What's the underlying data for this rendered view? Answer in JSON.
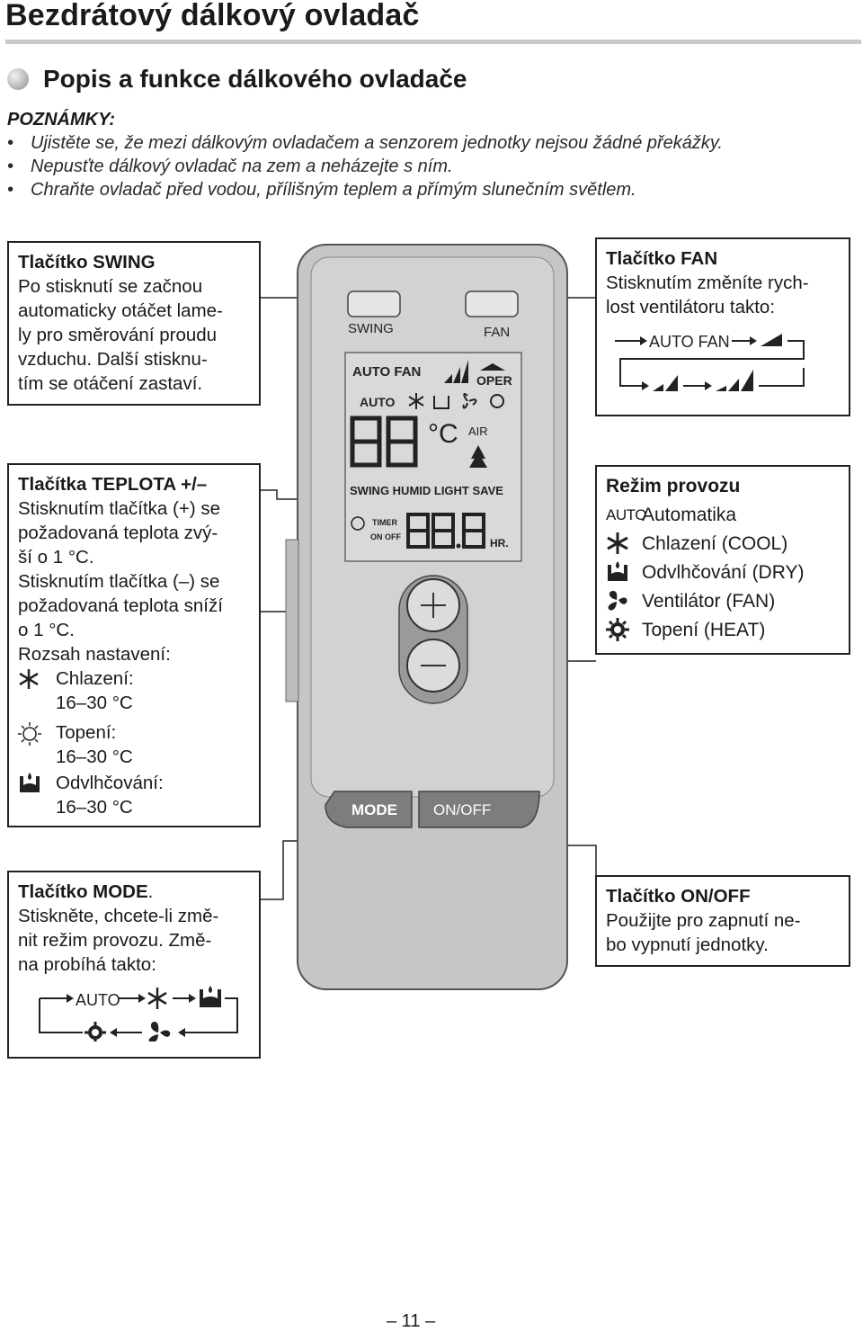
{
  "title": "Bezdrátový dálkový ovladač",
  "section_heading": "Popis a funkce dálkového ovladače",
  "notes": {
    "label": "POZNÁMKY:",
    "items": [
      "Ujistěte se, že mezi dálkovým ovladačem a senzorem jednotky nejsou žádné překážky.",
      "Nepusťte dálkový ovladač na zem a neházejte s ním.",
      "Chraňte ovladač před vodou, přílišným teplem a přímým slunečním světlem."
    ]
  },
  "swing_box": {
    "title": "Tlačítko SWING",
    "lines": [
      "Po stisknutí se začnou",
      "automaticky otáčet lame-",
      "ly pro směrování proudu",
      "vzduchu. Další stisknu-",
      "tím se otáčení zastaví."
    ]
  },
  "fan_box": {
    "title": "Tlačítko FAN",
    "lines": [
      "Stisknutím změníte rych-",
      "lost ventilátoru takto:"
    ],
    "cycle_label": "AUTO FAN"
  },
  "temp_box": {
    "title": "Tlačítka TEPLOTA +/–",
    "lines": [
      "Stisknutím tlačítka (+) se",
      "požadovaná teplota zvý-",
      "ší o 1 °C.",
      "Stisknutím tlačítka (–) se",
      "požadovaná teplota sníží",
      "o 1 °C.",
      "Rozsah nastavení:"
    ],
    "ranges": [
      {
        "icon": "snowflake-icon",
        "label": "Chlazení:",
        "value": "16–30 °C"
      },
      {
        "icon": "sun-icon",
        "label": "Topení:",
        "value": "16–30 °C"
      },
      {
        "icon": "dry-icon",
        "label": "Odvlhčování:",
        "value": "16–30 °C"
      }
    ]
  },
  "mode_list_box": {
    "title": "Režim provozu",
    "items": [
      {
        "icon": "auto-icon",
        "icon_text": "AUTO",
        "label": "Automatika"
      },
      {
        "icon": "snowflake-icon",
        "label": "Chlazení (COOL)"
      },
      {
        "icon": "dry-icon",
        "label": "Odvlhčování (DRY)"
      },
      {
        "icon": "fan-icon",
        "label": "Ventilátor (FAN)"
      },
      {
        "icon": "heat-icon",
        "label": "Topení (HEAT)"
      }
    ]
  },
  "mode_box": {
    "title": "Tlačítko MODE",
    "title_suffix": ".",
    "lines": [
      "Stiskněte, chcete-li změ-",
      "nit režim provozu. Změ-",
      "na probíhá takto:"
    ],
    "cycle_auto": "AUTO"
  },
  "onoff_box": {
    "title": "Tlačítko ON/OFF",
    "lines": [
      "Použijte pro zapnutí ne-",
      "bo vypnutí jednotky."
    ]
  },
  "remote": {
    "swing_label": "SWING",
    "fan_label": "FAN",
    "lcd_auto_fan": "AUTO  FAN",
    "lcd_oper": "OPER",
    "lcd_auto": "AUTO",
    "lcd_temp": "88",
    "lcd_unit": "°C",
    "lcd_air": "AIR",
    "lcd_row": "SWING  HUMID LIGHT  SAVE",
    "lcd_timer": "TIMER",
    "lcd_onoff": "ON  OFF",
    "lcd_time": "88.8",
    "lcd_hr": "HR.",
    "mode_button": "MODE",
    "onoff_button": "ON/OFF"
  },
  "page_number": "– 11 –"
}
